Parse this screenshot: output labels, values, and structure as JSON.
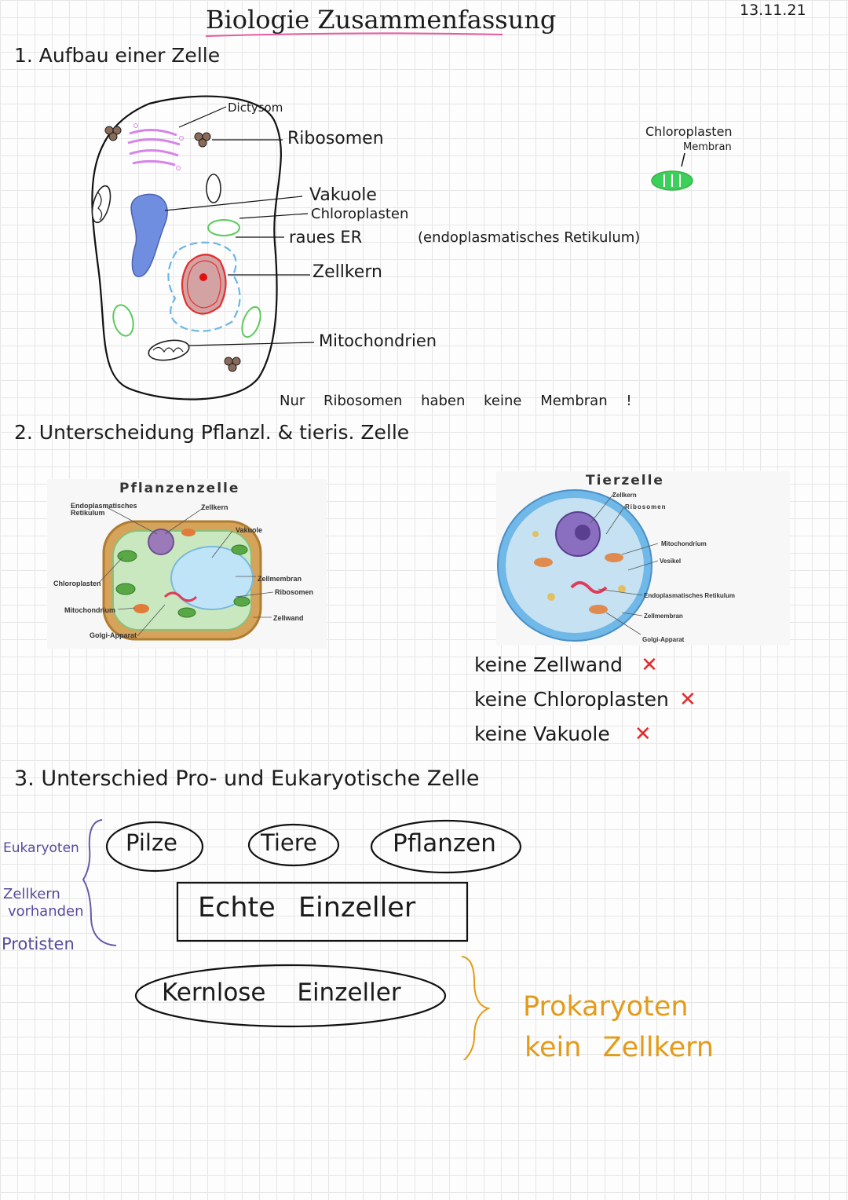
{
  "header": {
    "title": "Biologie Zusammenfassung",
    "date": "13.11.21"
  },
  "section1": {
    "heading": "1. Aufbau einer Zelle",
    "labels": {
      "dictysom": "Dictysom",
      "ribosomen": "Ribosomen",
      "chloroplasten_membran_title": "Chloroplasten",
      "chloroplasten_membran_sub": "Membran",
      "vakuole": "Vakuole",
      "chloroplasten": "Chloroplasten",
      "raues_er": "raues ER",
      "er_full": "(endoplasmatisches Retikulum)",
      "zellkern": "Zellkern",
      "mitochondrien": "Mitochondrien"
    },
    "note": "Nur Ribosomen haben keine Membran !"
  },
  "section2": {
    "heading": "2. Unterscheidung Pflanzl. & tieris. Zelle",
    "plant": {
      "title": "Pflanzenzelle",
      "labels": {
        "er": "Endoplasmatisches Retikulum",
        "zellkern": "Zellkern",
        "vakuole": "Vakuole",
        "chloroplasten": "Chloroplasten",
        "zellmembran": "Zellmembran",
        "ribosomen": "Ribosomen",
        "mitochondrium": "Mitochondrium",
        "zellwand": "Zellwand",
        "golgi": "Golgi-Apparat"
      }
    },
    "animal": {
      "title": "Tierzelle",
      "labels": {
        "zellkern": "Zellkern",
        "ribosomen": "Ribosomen",
        "mitochondrium": "Mitochondrium",
        "vesikel": "Vesikel",
        "er": "Endoplasmatisches Retikulum",
        "zellmembran": "Zellmembran",
        "golgi": "Golgi-Apparat"
      }
    },
    "differences": [
      "keine Zellwand",
      "keine Chloroplasten",
      "keine Vakuole"
    ],
    "cross": "✕"
  },
  "section3": {
    "heading": "3. Unterschied Pro- und Eukaryotische Zelle",
    "eukaryoten_label": "Eukaryoten",
    "zellkern_vorhanden": [
      "Zellkern",
      "vorhanden"
    ],
    "protisten": "Protisten",
    "groups": [
      "Pilze",
      "Tiere",
      "Pflanzen"
    ],
    "echte_einzeller": "Echte Einzeller",
    "kernlose_einzeller": "Kernlose Einzeller",
    "prokaryoten": "Prokaryoten",
    "kein_zellkern": "kein Zellkern"
  }
}
